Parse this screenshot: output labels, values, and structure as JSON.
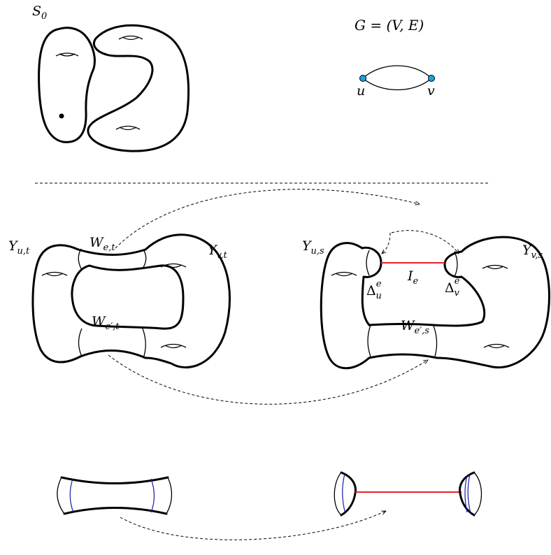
{
  "labels": {
    "s0_base": "S",
    "s0_sub": "0",
    "graph_title": "G = (V, E)",
    "node_u": "u",
    "node_v": "v",
    "y_ut_base": "Y",
    "y_ut_sub": "u,t",
    "y_vt_base": "Y",
    "y_vt_sub": "v,t",
    "w_et_base": "W",
    "w_et_sub": "e,t",
    "w_e2t_base": "W",
    "w_e2t_sub": "e′,t",
    "y_us_base": "Y",
    "y_us_sub": "u,s",
    "y_vs_base": "Y",
    "y_vs_sub": "v,s",
    "ie_base": "I",
    "ie_sub": "e",
    "du_base": "Δ",
    "du_sub": "u",
    "du_sup": "e",
    "dv_base": "Δ",
    "dv_sub": "v",
    "dv_sup": "e",
    "w_e2s_base": "W",
    "w_e2s_sub": "e′,s"
  },
  "colors": {
    "node_fill": "#1ba1e2",
    "interval": "#e3242b",
    "curve": "#1a1aa6",
    "stroke": "#000000"
  }
}
